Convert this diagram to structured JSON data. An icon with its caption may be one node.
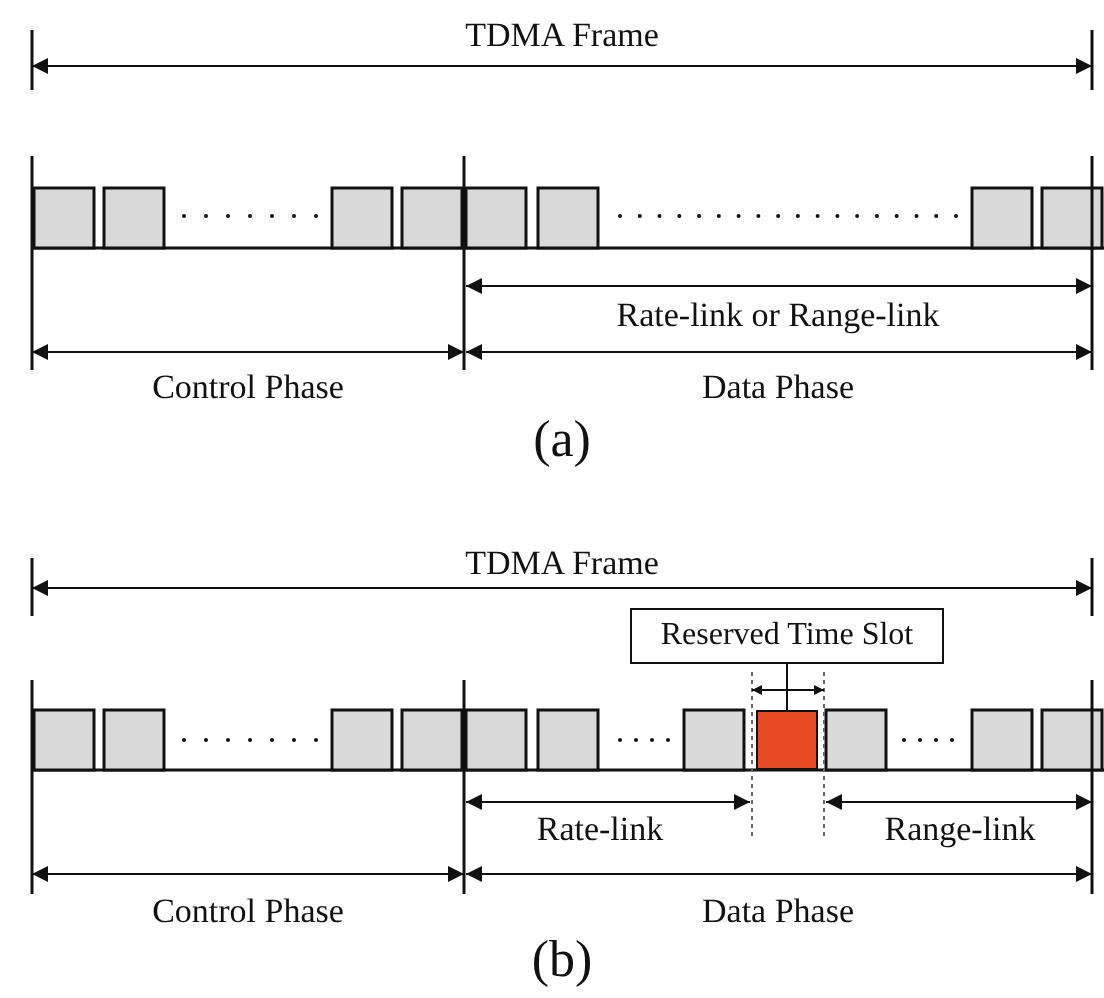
{
  "diagram": {
    "nodes": [
      {
        "text": [
          "Reserved Time Slot"
        ]
      },
      {
        "text": [],
        "shape": "box"
      }
    ],
    "edges": [
      {
        "from": 0,
        "to": 1,
        "arrow": "none"
      }
    ],
    "labels": [
      "TDMA Frame",
      "Rate-link or Range-link",
      "Control Phase",
      "Data Phase",
      "(a)",
      "TDMA Frame",
      "Rate-link",
      "Range-link",
      "Control Phase",
      "Data Phase",
      "(b)"
    ]
  }
}
